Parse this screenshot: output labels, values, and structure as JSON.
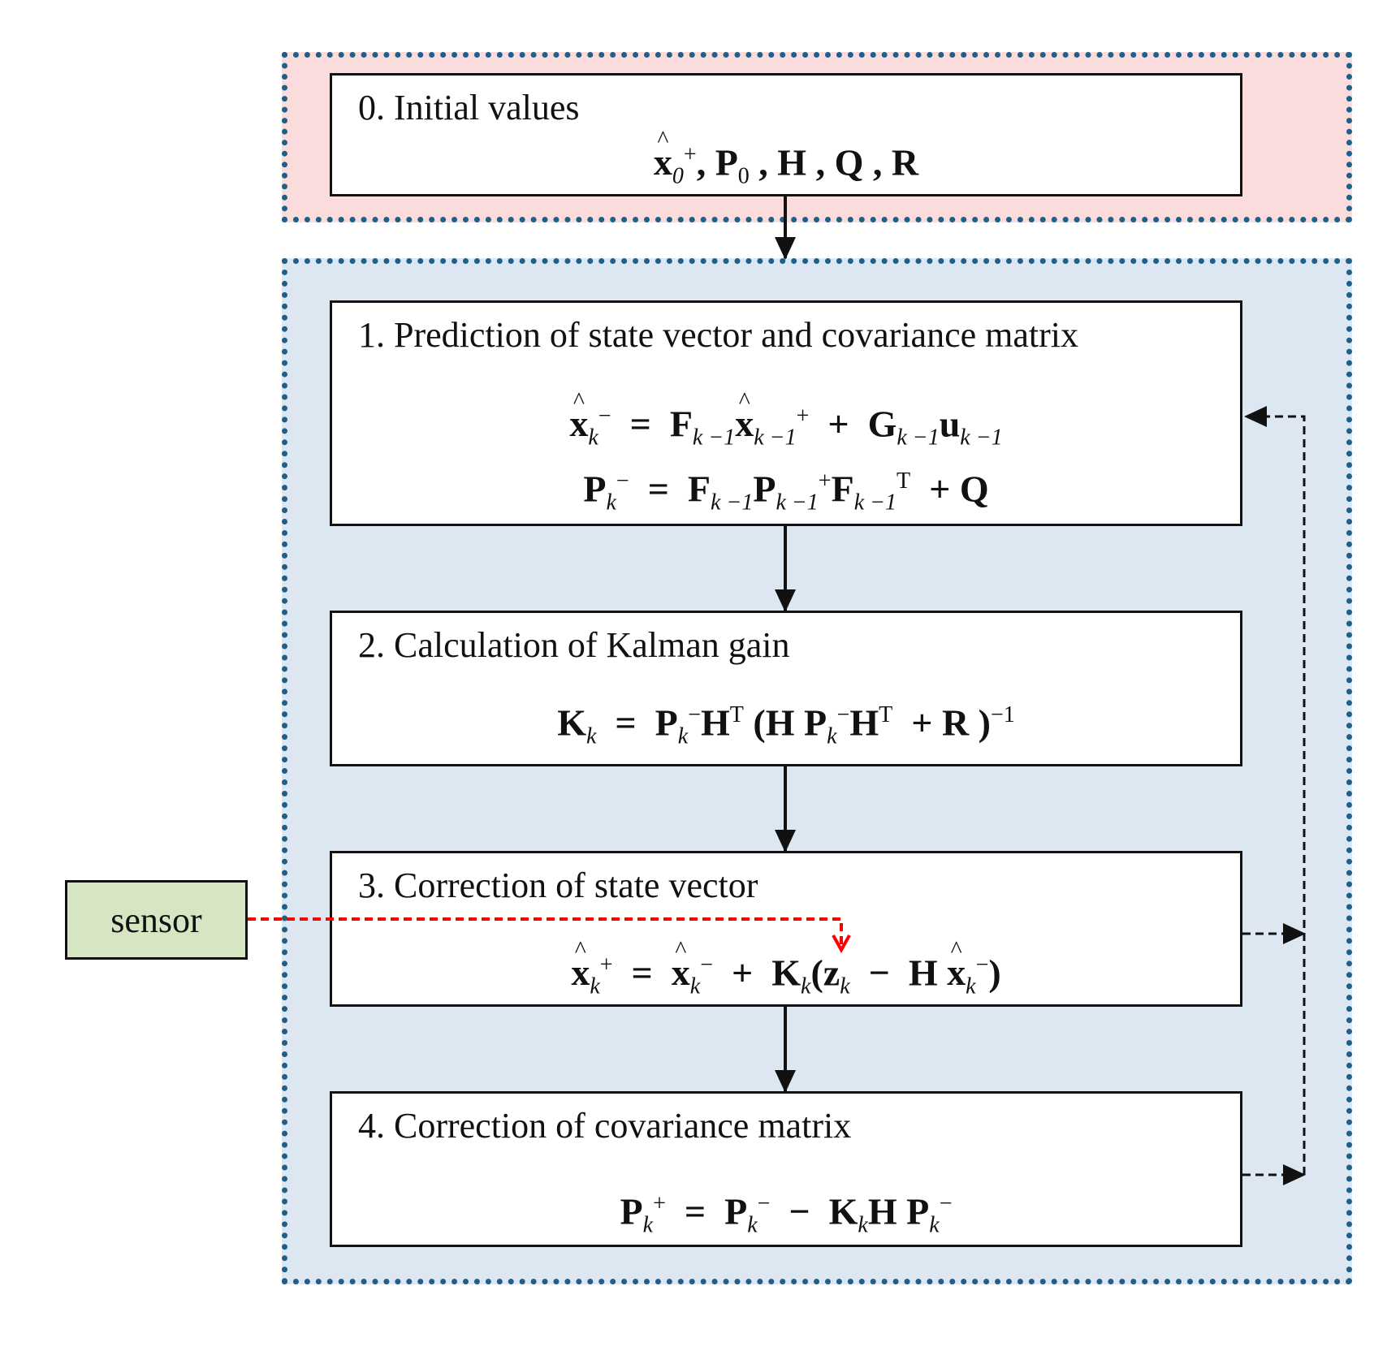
{
  "zones": {
    "initial": "initialization-zone",
    "loop": "iteration-zone"
  },
  "step0": {
    "title": "0. Initial values",
    "parts": [
      "x",
      "0",
      "+",
      ", ",
      "P",
      "0",
      " , ",
      "H",
      " , ",
      "Q",
      " , ",
      "R"
    ]
  },
  "step1": {
    "title": "1. Prediction of state vector and covariance matrix",
    "eq1": [
      "x",
      "k",
      "−",
      "=",
      "F",
      "k −1",
      "x",
      "k −1",
      "+",
      "+",
      "G",
      "k −1",
      "u",
      "k −1"
    ],
    "eq2": [
      "P",
      "k",
      "−",
      "=",
      "F",
      "k −1",
      "P",
      "k −1",
      "+",
      "F",
      "k −1",
      "T",
      "+",
      "Q"
    ]
  },
  "step2": {
    "title": "2. Calculation of Kalman gain",
    "eq": [
      "K",
      "k",
      "=",
      "P",
      "k",
      "−",
      "H",
      "T",
      "(",
      "H",
      "P",
      "k",
      "−",
      "H",
      "T",
      "+",
      "R",
      ")",
      "−1"
    ]
  },
  "step3": {
    "title": "3. Correction of state vector",
    "eq": [
      "x",
      "k",
      "+",
      "=",
      "x",
      "k",
      "−",
      "+",
      "K",
      "k",
      "(",
      "z",
      "k",
      "−",
      "H",
      "x",
      "k",
      "−",
      ")"
    ]
  },
  "step4": {
    "title": "4. Correction of covariance matrix",
    "eq": [
      "P",
      "k",
      "+",
      "=",
      "P",
      "k",
      "−",
      "−",
      "K",
      "k",
      "H",
      "P",
      "k",
      "−"
    ]
  },
  "sensor": {
    "label": "sensor"
  },
  "colors": {
    "init_zone_fill": "#fadcdc",
    "loop_zone_fill": "#dce7f2",
    "zone_border": "#1f5f8b",
    "sensor_fill": "#d6e6c3",
    "sensor_arrow": "#ff0000"
  }
}
